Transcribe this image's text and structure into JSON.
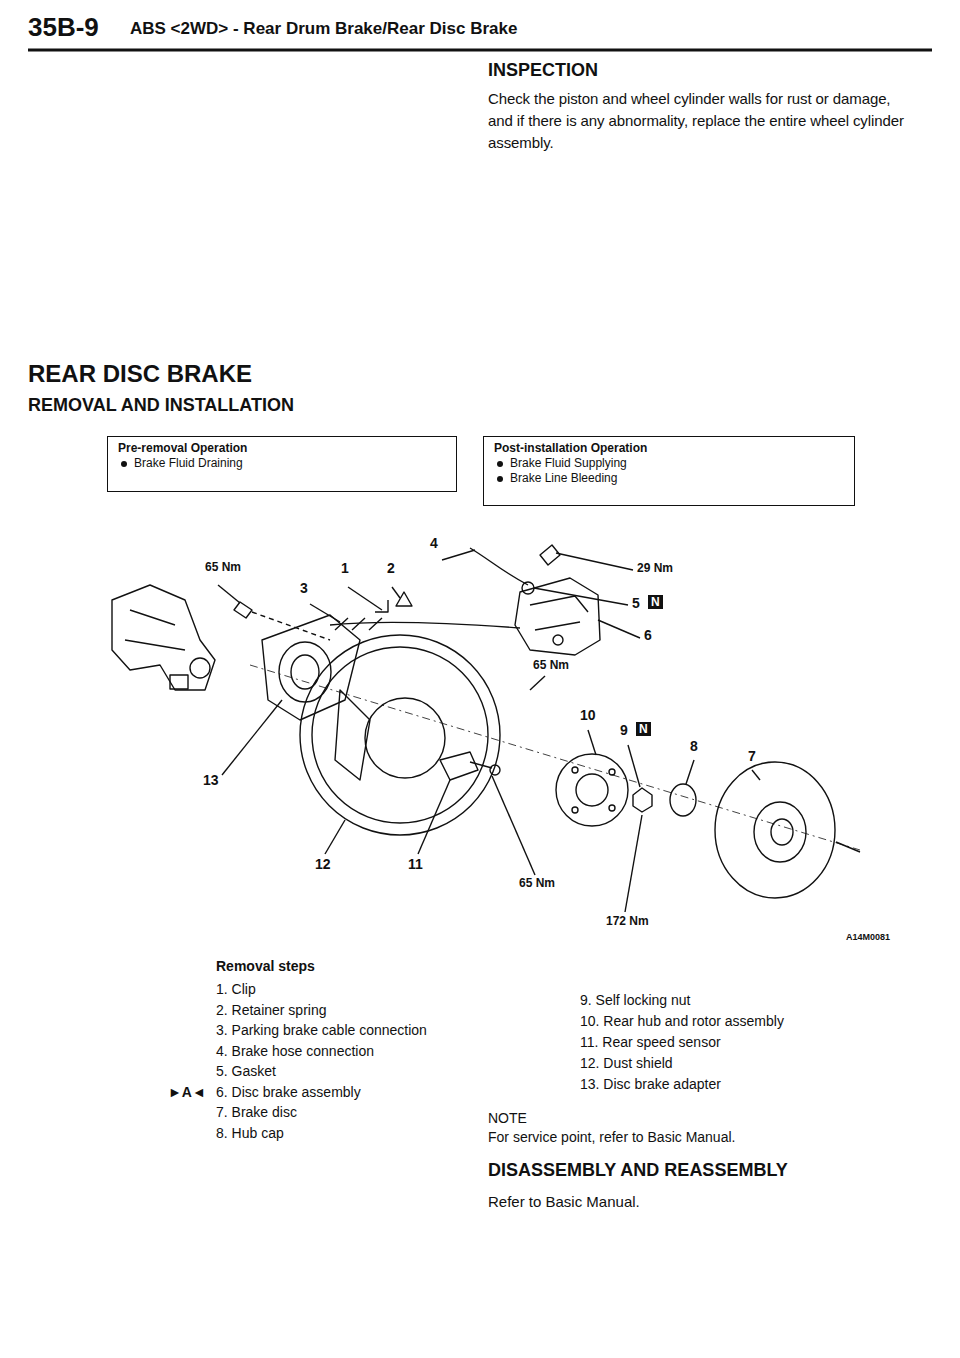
{
  "diagram": {
    "title": "REAR DISC BRAKE",
    "nodes": [
      {
        "text": [
          "Pre-removal Operation",
          "Brake Fluid Draining"
        ]
      },
      {
        "text": [
          "Post-installation Operation",
          "Brake Fluid Supplying",
          "Brake Line Bleeding"
        ]
      }
    ],
    "labels": [
      "35B-9",
      "ABS <2WD> - Rear Drum Brake/Rear Disc Brake",
      "INSPECTION",
      "Check the piston and wheel cylinder walls for rust or damage, and if there is any abnormality, replace the entire wheel cylinder assembly.",
      "REMOVAL AND INSTALLATION",
      "65 Nm",
      "1",
      "2",
      "3",
      "4",
      "29 Nm",
      "5",
      "N",
      "6",
      "65 Nm",
      "10",
      "9",
      "N",
      "8",
      "7",
      "13",
      "12",
      "11",
      "65 Nm",
      "172 Nm",
      "A14M0081",
      "Removal steps",
      "►A◄",
      "1. Clip",
      "2. Retainer spring",
      "3. Parking brake cable connection",
      "4. Brake hose connection",
      "5. Gasket",
      "6. Disc brake assembly",
      "7. Brake disc",
      "8. Hub cap",
      "9. Self locking nut",
      "10. Rear hub and rotor assembly",
      "11. Rear speed sensor",
      "12. Dust shield",
      "13. Disc brake adapter",
      "NOTE",
      "For service point, refer to Basic Manual.",
      "DISASSEMBLY AND REASSEMBLY",
      "Refer to Basic Manual."
    ]
  }
}
